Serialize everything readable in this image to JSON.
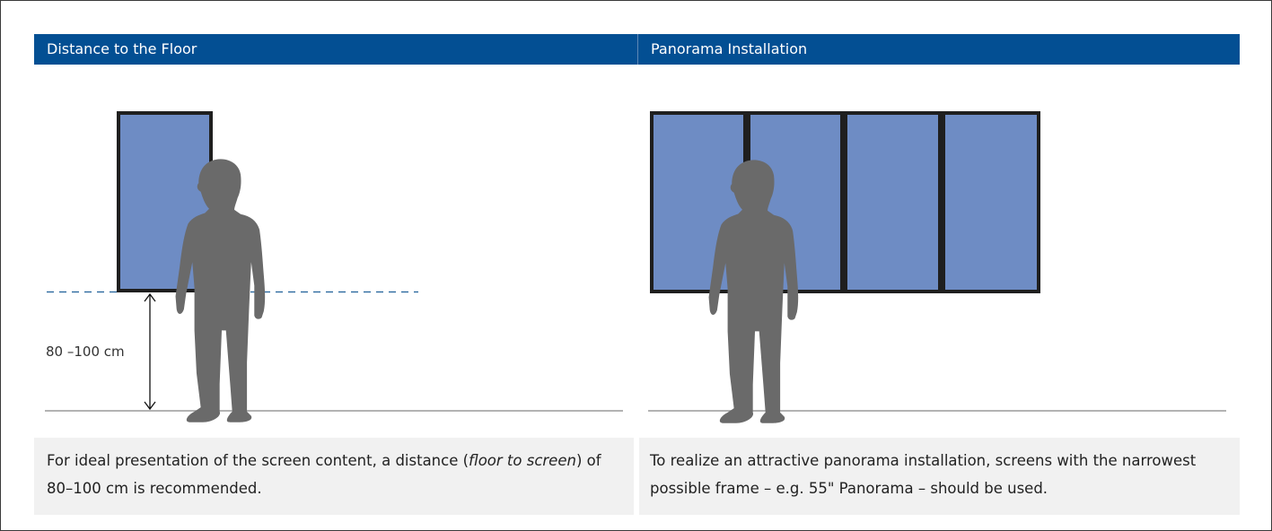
{
  "left_panel": {
    "title": "Distance to the Floor",
    "dimension_label": "80 –100 cm",
    "caption": {
      "part1": "For ideal presentation of the screen content, a distance (",
      "part2_italic": "floor to screen",
      "part3": ") of 80–100 cm is recommended."
    }
  },
  "right_panel": {
    "title": "Panorama Installation",
    "caption": "To realize an attractive panorama installation, screens with the narrowest possible frame – e.g. 55\" Panorama – should be used."
  },
  "colors": {
    "header_bg": "#034f93",
    "screen_fill": "#6e8cc4",
    "screen_frame": "#1f1f1f",
    "person": "#6a6a6a",
    "caption_bg": "#f1f1f1",
    "dashed_line": "#1f5f99",
    "floor_line": "#9a9a9a"
  }
}
